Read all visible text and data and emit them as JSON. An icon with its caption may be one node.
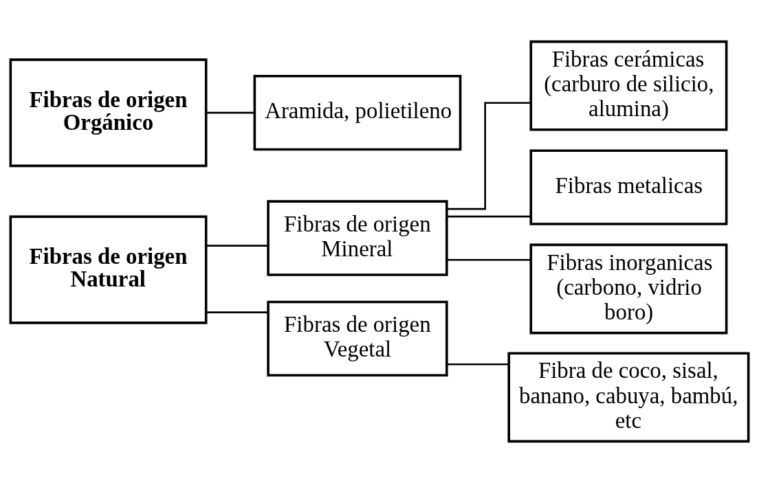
{
  "diagram": {
    "nodes": [
      {
        "text": [
          "Fibras de origen Natural"
        ]
      },
      {
        "text": [
          "Fibras de origen Mineral"
        ]
      },
      {
        "text": [
          "Fibras cerámicas (carburo de silicio, alumina)"
        ]
      },
      {
        "text": [
          "Fibras metalicas"
        ]
      },
      {
        "text": [
          "Fibras inorganicas (carbono, vidrio boro)"
        ]
      },
      {
        "text": [
          "Fibras de origen Vegetal"
        ]
      },
      {
        "text": [
          "Fibra de coco, sisal, banano, cabuya, bambú, etc"
        ]
      },
      {
        "text": [
          "Fibras de origen Orgánico"
        ]
      },
      {
        "text": [
          "Aramida, polietileno"
        ]
      }
    ],
    "edges": [
      {
        "from": 0,
        "to": 1,
        "arrow": "none"
      },
      {
        "from": 0,
        "to": 5,
        "arrow": "none"
      },
      {
        "from": 1,
        "to": 2,
        "arrow": "none"
      },
      {
        "from": 1,
        "to": 3,
        "arrow": "none"
      },
      {
        "from": 1,
        "to": 4,
        "arrow": "none"
      },
      {
        "from": 5,
        "to": 6,
        "arrow": "none"
      },
      {
        "from": 7,
        "to": 8,
        "arrow": "none"
      }
    ]
  }
}
